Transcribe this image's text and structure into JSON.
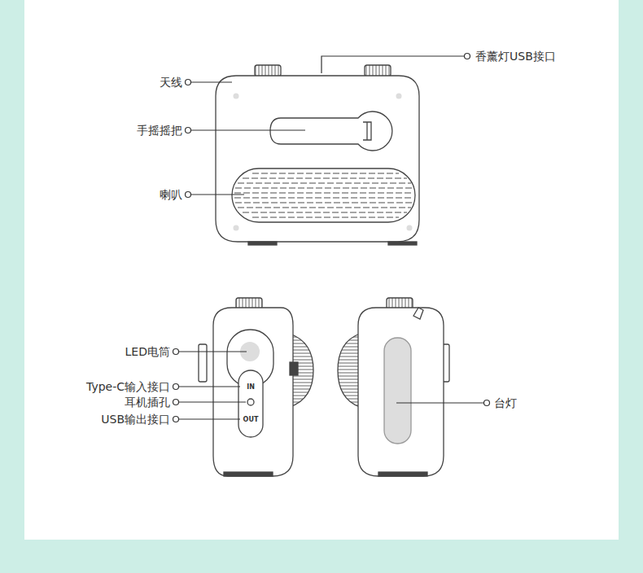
{
  "diagram": {
    "labels": [
      "香薰灯USB接口",
      "天线",
      "手摇摇把",
      "喇叭",
      "LED电筒",
      "Type-C输入接口",
      "耳机插孔",
      "USB输出接口",
      "台灯",
      "IN",
      "OUT"
    ]
  }
}
